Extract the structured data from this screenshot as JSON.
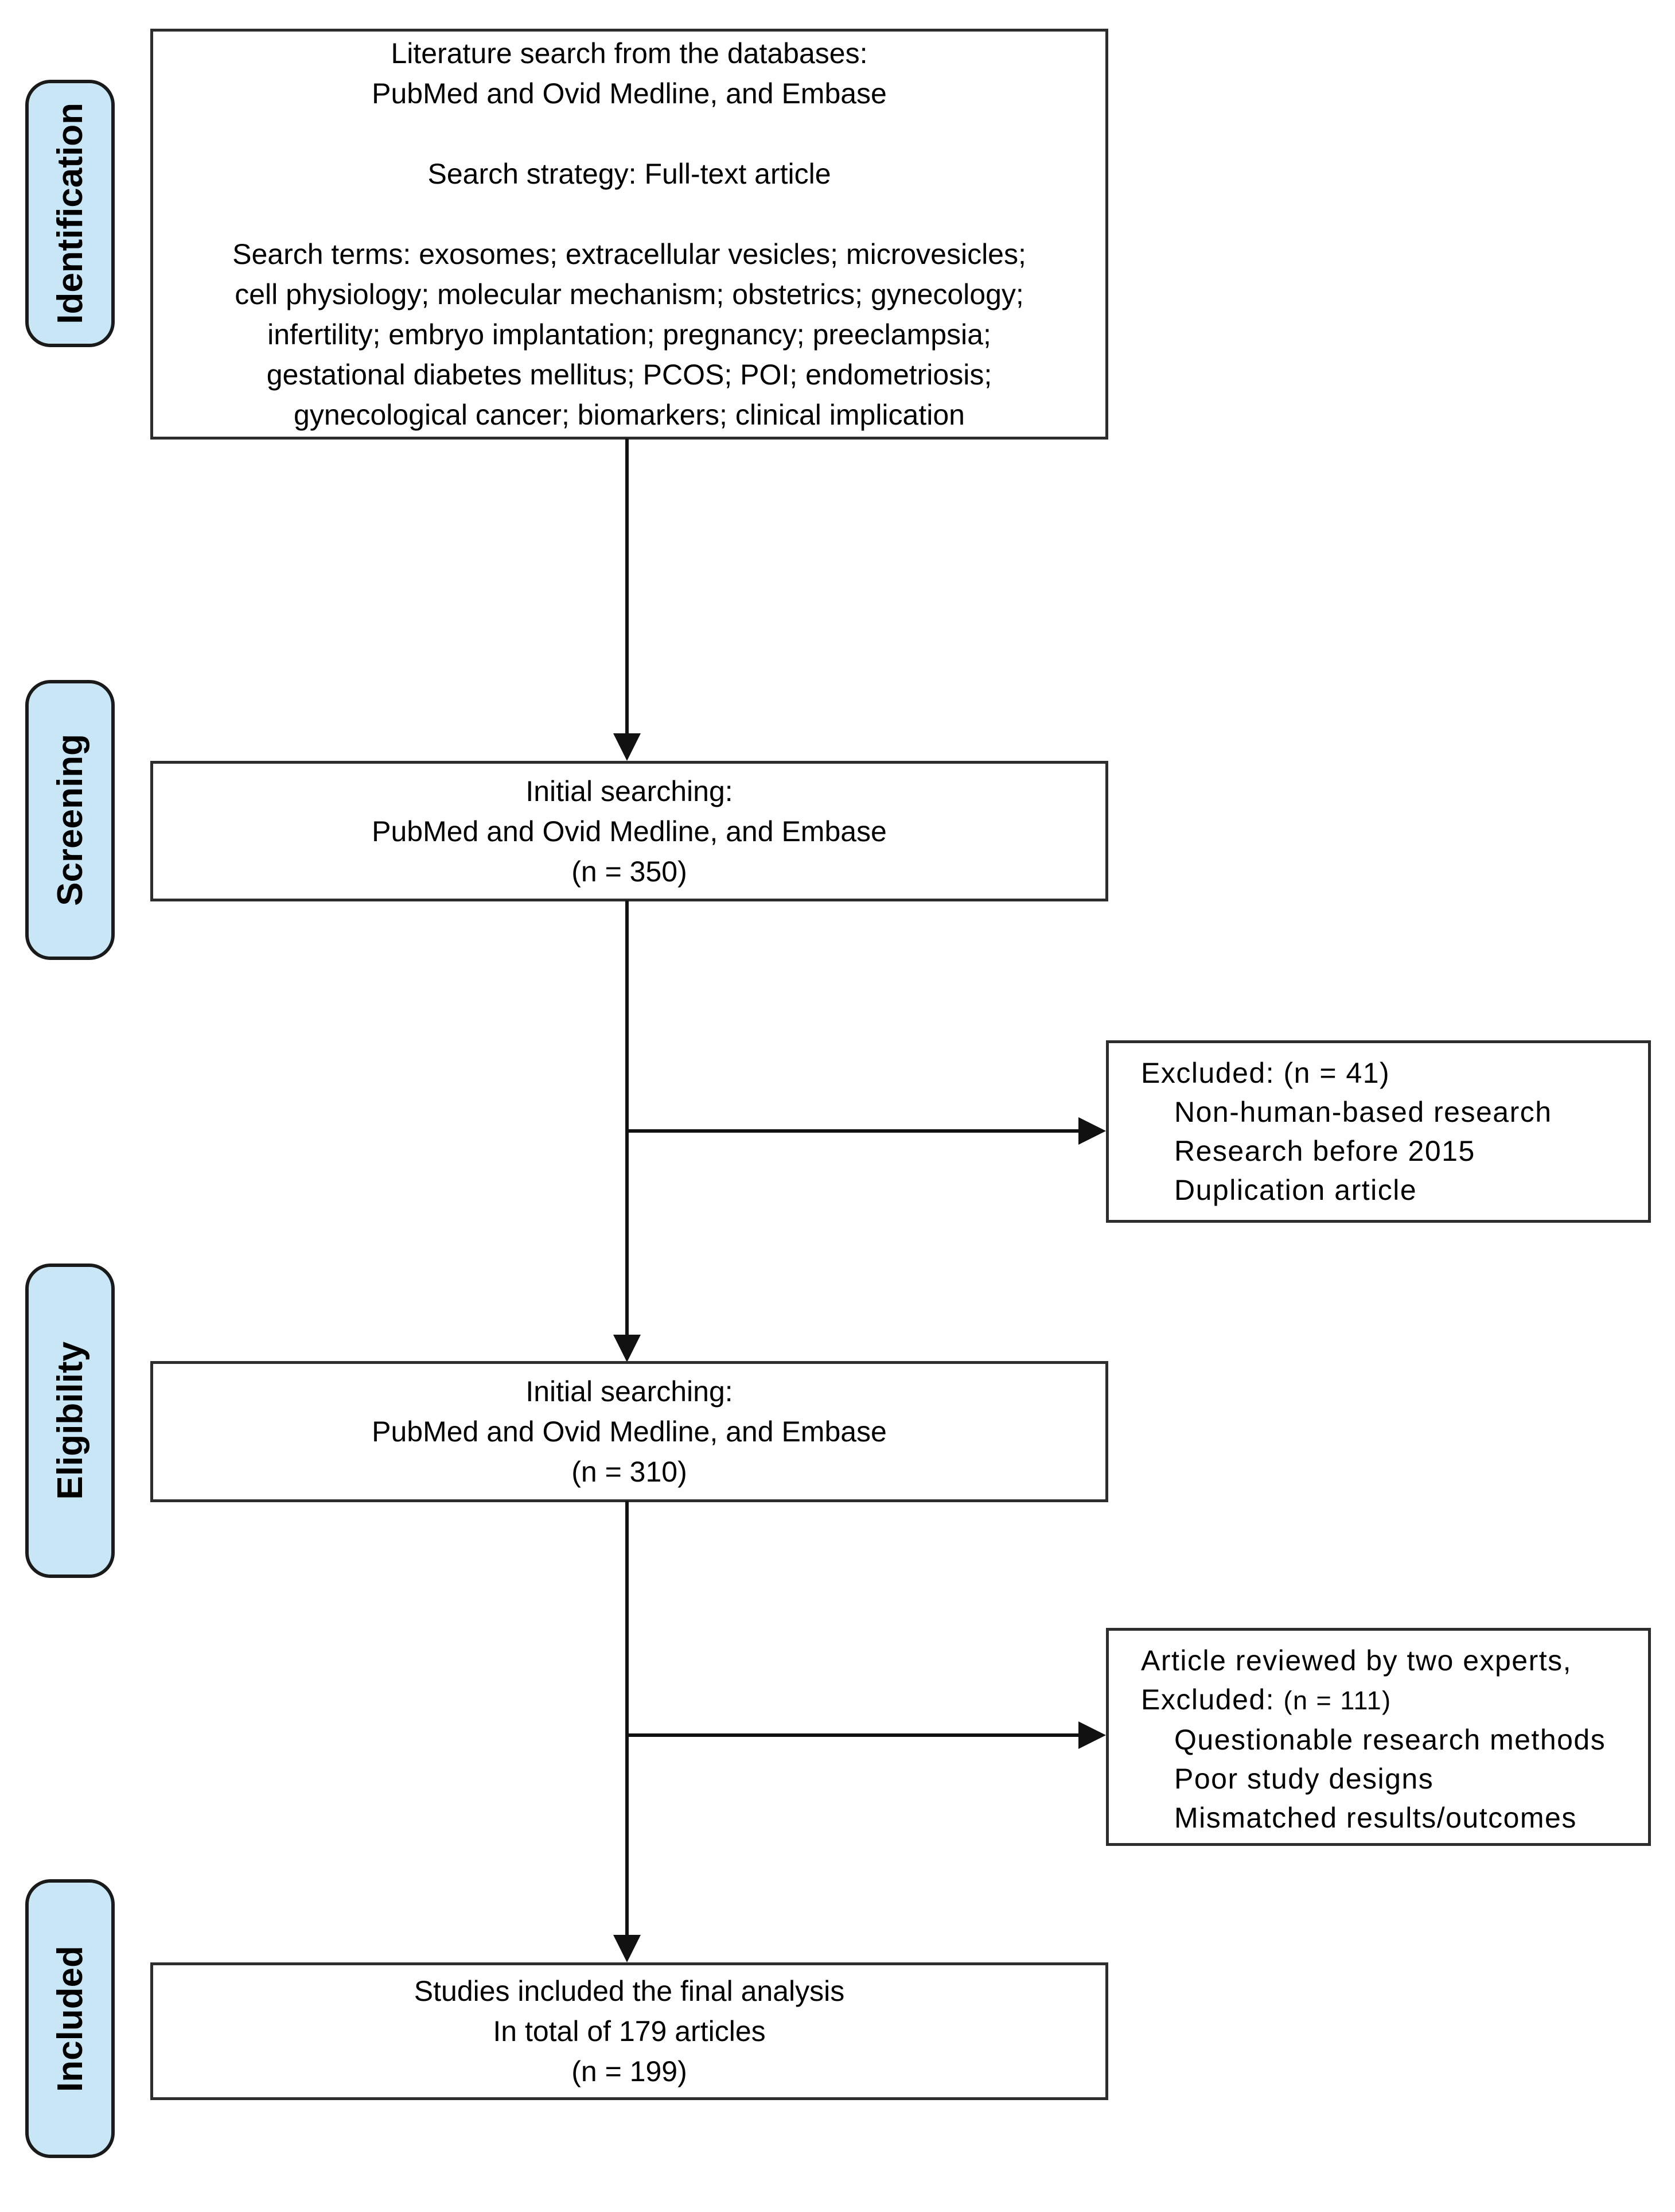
{
  "diagram": {
    "colors": {
      "stage_fill": "#c8e6f5",
      "stage_border": "#1a1a1a",
      "box_border": "#2d2d2d",
      "arrow": "#111111",
      "background": "#ffffff",
      "text": "#000000"
    },
    "stages": [
      "Identification",
      "Screening",
      "Eligibility",
      "Included"
    ],
    "boxes": {
      "literature_search": {
        "lines": [
          "Literature search from the databases:",
          "PubMed and Ovid Medline, and Embase",
          "",
          "Search strategy: Full-text article",
          "",
          "Search terms: exosomes; extracellular vesicles; microvesicles;",
          "cell physiology; molecular mechanism; obstetrics; gynecology;",
          "infertility; embryo implantation; pregnancy; preeclampsia;",
          "gestational diabetes mellitus; PCOS; POI; endometriosis;",
          "gynecological cancer; biomarkers; clinical implication"
        ]
      },
      "initial_search_350": {
        "lines": [
          "Initial searching:",
          "PubMed and Ovid Medline, and Embase",
          "(n = 350)"
        ]
      },
      "excluded_screening": {
        "header": "Excluded: (n = 41)",
        "items": [
          "Non-human-based research",
          "Research before 2015",
          "Duplication article"
        ]
      },
      "initial_search_310": {
        "lines": [
          "Initial searching:",
          "PubMed and Ovid Medline, and Embase",
          "(n = 310)"
        ]
      },
      "excluded_eligibility": {
        "header_line1": "Article reviewed by two experts,",
        "header_line2_prefix": "Excluded: ",
        "header_line2_n": "(n = 111)",
        "items": [
          "Questionable research methods",
          "Poor study designs",
          "Mismatched results/outcomes"
        ]
      },
      "final_analysis": {
        "lines": [
          "Studies included the final analysis",
          "In total of 179 articles",
          "(n = 199)"
        ]
      }
    }
  }
}
